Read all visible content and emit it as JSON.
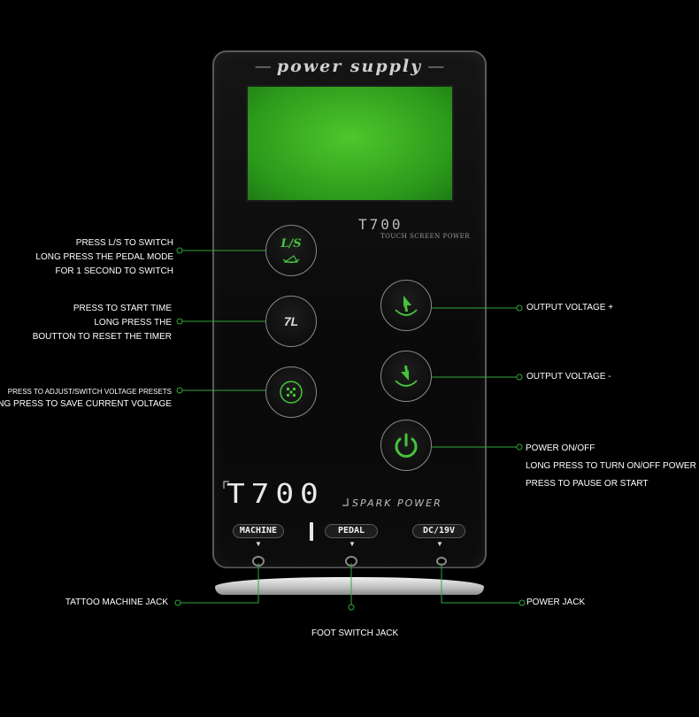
{
  "device": {
    "title": "power supply",
    "model_small": "T700",
    "model_caption": "TOUCH SCREEN POWER",
    "brand_big": "T700",
    "brand_sub": "SPARK POWER"
  },
  "buttons": {
    "ls_label": "L/S",
    "timer_label": "7L"
  },
  "ports": {
    "machine": "MACHINE",
    "pedal": "PEDAL",
    "dc": "DC/19V"
  },
  "callouts": {
    "ls_line1": "PRESS L/S TO SWITCH",
    "ls_line2": "LONG PRESS THE PEDAL MODE",
    "ls_line3": "FOR 1 SECOND TO SWITCH",
    "timer_line1": "PRESS TO START TIME",
    "timer_line2": "LONG PRESS THE",
    "timer_line3": "BOUTTON TO RESET THE TIMER",
    "preset_line1": "PRESS TO ADJUST/SWITCH VOLTAGE PRESETS",
    "preset_line2": "LONG PRESS TO SAVE CURRENT VOLTAGE",
    "voltage_up": "OUTPUT VOLTAGE +",
    "voltage_down": "OUTPUT VOLTAGE -",
    "power_line1": "POWER ON/OFF",
    "power_line2": "LONG PRESS TO TURN ON/OFF POWER",
    "power_line3": "PRESS TO PAUSE OR START",
    "machine_jack": "TATTOO MACHINE JACK",
    "foot_switch_jack": "FOOT SWITCH JACK",
    "power_jack": "POWER JACK"
  },
  "colors": {
    "accent_green": "#2fa83a",
    "lcd_green": "#3db524"
  }
}
